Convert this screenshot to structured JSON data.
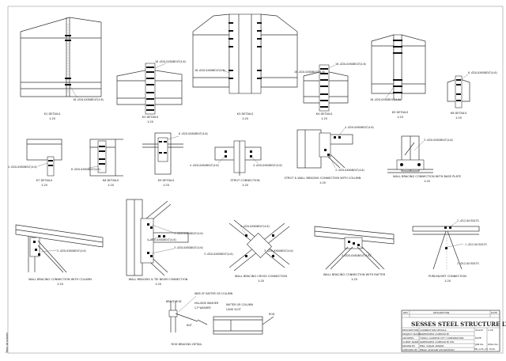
{
  "side_note": "Tekla structures",
  "details": [
    {
      "id": "k1",
      "title": "K1 DETAILS",
      "scale": "1:20",
      "notes": [
        "16 -Ø20.0X80BOLT(4.6)"
      ]
    },
    {
      "id": "k2",
      "title": "K2 DETAILS",
      "scale": "1:20",
      "notes": [
        "16 -Ø20.0X80BOLT(4.6)"
      ]
    },
    {
      "id": "k3",
      "title": "K3 DETAILS",
      "scale": "1:20",
      "notes": [
        "16 -Ø20.0X80BOLT(4.6)"
      ]
    },
    {
      "id": "k4",
      "title": "K4 DETAILS",
      "scale": "1:20",
      "notes": [
        "16 -Ø20.0X80BOLT(4.6)",
        "16 -Ø20.0X80BOLT(4.6)"
      ]
    },
    {
      "id": "k5",
      "title": "K5 DETAILS",
      "scale": "1:20",
      "notes": [
        "16 -Ø20.0X80BOLT(4.6)"
      ]
    },
    {
      "id": "k6",
      "title": "K6 DETAILS",
      "scale": "1:20",
      "notes": [
        "8 -Ø20.0X80BOLT(4.6)"
      ]
    },
    {
      "id": "k7",
      "title": "K7 DETAILS",
      "scale": "1:20",
      "notes": [
        "4 -Ø20.0X80BOLT(4.6)"
      ]
    },
    {
      "id": "k8",
      "title": "K8 DETAILS",
      "scale": "1:20",
      "notes": [
        "8 -Ø20.0X80BOLT(4.6)"
      ]
    },
    {
      "id": "k9",
      "title": "K9 DETAILS",
      "scale": "1:20",
      "notes": [
        "8 -Ø20.0X80BOLT(4.6)"
      ]
    },
    {
      "id": "strut",
      "title": "STRUT CONNECTION",
      "scale": "1:20",
      "notes": [
        "4 -Ø20.0X80BOLT(4.6)",
        "4 -Ø20.0X80BOLT(4.6)"
      ]
    },
    {
      "id": "strut_wall",
      "title": "STRUT & WALL BRACING CONNECTION WITH COLUMN",
      "scale": "1:20",
      "notes": [
        "4 -Ø20.0X80BOLT(4.6)",
        "3 -Ø20.0X80BOLT(4.6)"
      ]
    },
    {
      "id": "wall_base",
      "title": "WALL BRACING CONNECTION WITH BASE PLATE",
      "scale": "1:20",
      "notes": [
        "3 -Ø20.0X80BOLT(4.6)"
      ]
    },
    {
      "id": "wall_col",
      "title": "WALL BRACING CONNECTION WITH COLUMN",
      "scale": "1:20",
      "notes": [
        "3 -Ø20.0X80BOLT(4.6)"
      ]
    },
    {
      "id": "wall_tie",
      "title": "WALL BRACING & TIE BEAM CONNECTION",
      "scale": "1:20",
      "notes": [
        "3 -Ø20.0X80BOLT(4.6)",
        "4 -Ø20.0X80BOLT(4.6)",
        "3 -Ø20.0X80BOLT(4.6)"
      ]
    },
    {
      "id": "wall_cross",
      "title": "WALL BRACING CROSS CONNECTION",
      "scale": "1:20",
      "notes": [
        "3 -Ø20.0X80BOLT(4.6)",
        "3 -Ø20.0X80BOLT(4.6)",
        "3 -Ø20.0X80BOLT(4.6)"
      ]
    },
    {
      "id": "wall_rafter",
      "title": "WALL BRACING CONNECTION WITH RAFTER",
      "scale": "1:20",
      "notes": [
        "3 -Ø20.0X80BOLT(4.6)"
      ]
    },
    {
      "id": "purlin",
      "title": "PURLIN/GIRT CONNECTION",
      "scale": "1:20",
      "notes": [
        "2 -Ø12.00 BOLTS",
        "1 -Ø12.00 BOLTS",
        "2 -Ø12.00 BOLTS"
      ]
    },
    {
      "id": "rod",
      "title": "ROD BRACING DETAIL",
      "scale": "",
      "notes": [
        "WEB OF RAFTER OR COLUMN",
        "HILLSIDE WASHER",
        "C.P WASHER",
        "BRACE ROD",
        "NUT",
        "RAFTER OR COLUMN",
        "LONG SLOT",
        "ROD"
      ]
    }
  ],
  "title_block": {
    "company": "SES STEEL STRUCTURE LTD.",
    "logo": "SES",
    "rows": [
      {
        "k": "DESCRIPTION",
        "v": "CONNECTION DETAILS"
      },
      {
        "k": "PROJECT NAME",
        "v": "GREENVIEW COMPOSITE"
      },
      {
        "k": "ADDRESS",
        "v": "TONGI, GAZIPUR CITY CORPORATION"
      },
      {
        "k": "CLIENT NAME",
        "v": "GREENVIEW COMPOSITE LTD."
      },
      {
        "k": "DRAWN BY",
        "v": "ENG. SAIJAR ANWAR"
      },
      {
        "k": "CHECKED BY",
        "v": "ENGR. SHAHAB CHOWDHURY"
      }
    ],
    "scale_label": "SCALE",
    "scale": "1:20",
    "date_label": "DATE",
    "job_label": "JOB No.",
    "dwg_label": "DWG No.",
    "job_no": "PB_G76_24",
    "dwg_no": "E/39",
    "rev_head": "REV.",
    "desc_head": "DESCRIPTION",
    "date_head": "DATE"
  }
}
